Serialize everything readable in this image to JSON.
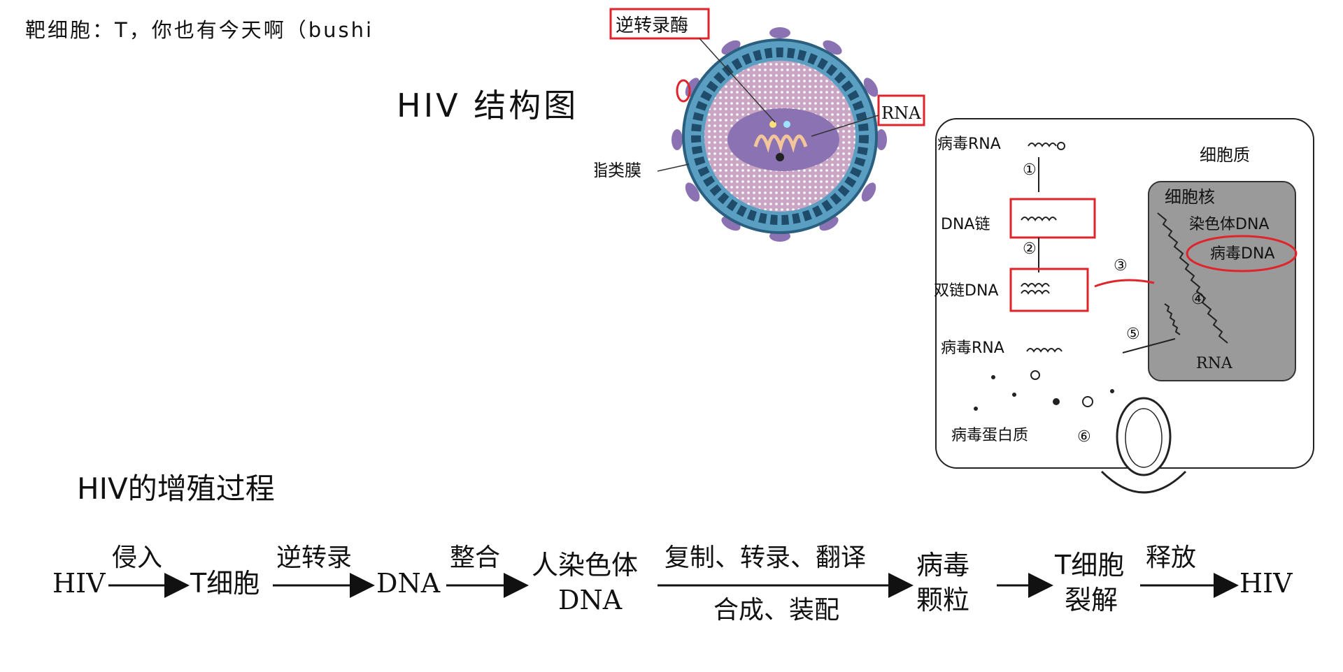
{
  "top_note": "靶细胞：T，你也有今天啊（bushi",
  "virus": {
    "title": "HIV 结构图",
    "label_rt": "逆转录酶",
    "label_rna": "RNA",
    "label_membrane": "脂类膜",
    "accent_color": "#e0242b"
  },
  "cycle": {
    "cytoplasm": "细胞质",
    "nucleus": "细胞核",
    "chromosome_dna": "染色体DNA",
    "viral_dna": "病毒DNA",
    "viral_rna_1": "病毒RNA",
    "dna_chain": "DNA链",
    "double_dna": "双链DNA",
    "viral_rna_2": "病毒RNA",
    "viral_protein": "病毒蛋白质",
    "rna": "RNA",
    "steps": [
      "①",
      "②",
      "③",
      "④",
      "⑤",
      "⑥"
    ]
  },
  "process": {
    "title": "HIV的增殖过程",
    "nodes": [
      "HIV",
      "T细胞",
      "DNA",
      "人染色体",
      "DNA",
      "病毒",
      "颗粒",
      "T细胞",
      "裂解",
      "HIV"
    ],
    "arrow_labels": [
      "侵入",
      "逆转录",
      "整合",
      "复制、转录、翻译",
      "合成、装配",
      "释放"
    ]
  }
}
